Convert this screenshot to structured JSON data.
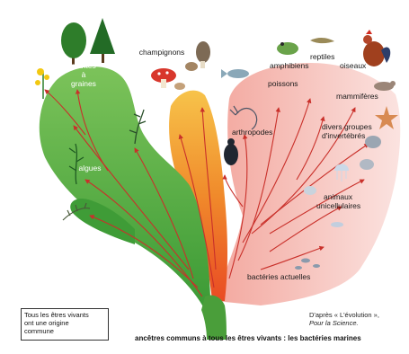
{
  "labels": {
    "plantes_a_graines": [
      "plantes",
      "à",
      "graines"
    ],
    "algues": "algues",
    "champignons": "champignons",
    "poissons": "poissons",
    "amphibiens": "amphibiens",
    "reptiles": "reptiles",
    "oiseaux": "oiseaux",
    "mammiferes": "mammifères",
    "arthropodes": "arthropodes",
    "divers_groupes": [
      "divers groupes",
      "d'invertébrés"
    ],
    "animaux_unicellulaires": [
      "animaux",
      "unicellulaires"
    ],
    "bacteries_actuelles": "bactéries actuelles"
  },
  "note": [
    "Tous les êtres vivants",
    "ont une origine",
    "commune"
  ],
  "caption": "ancêtres communs à tous les êtres vivants : les bactéries marines",
  "source": {
    "line1": "D'après « L'évolution »,",
    "line2": "Pour la Science."
  },
  "colors": {
    "plant_branch": "#4fa83a",
    "fungi_branch": "#f29a2e",
    "animal_branch": "#f6c9c4",
    "trunk": "#5aa83c",
    "arrow": "#c9302a"
  }
}
